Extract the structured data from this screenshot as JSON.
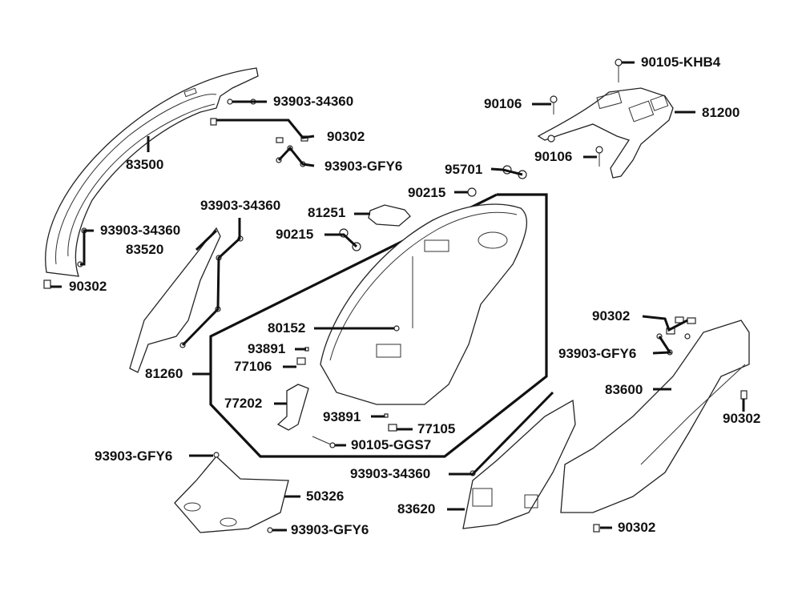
{
  "diagram": {
    "title": "Body covers / luggage box exploded parts view",
    "labels": {
      "p93903_34360_top": "93903-34360",
      "p90302_top": "90302",
      "p83500": "83500",
      "p93903_GFY6_top": "93903-GFY6",
      "p90105_KHB4": "90105-KHB4",
      "p90106_a": "90106",
      "p81200": "81200",
      "p90106_b": "90106",
      "p95701": "95701",
      "p90215_a": "90215",
      "p81251": "81251",
      "p90215_b": "90215",
      "p93903_34360_mid": "93903-34360",
      "p93903_34360_left": "93903-34360",
      "p83520": "83520",
      "p90302_left": "90302",
      "p80152": "80152",
      "p93891_a": "93891",
      "p77106": "77106",
      "p81260": "81260",
      "p77202": "77202",
      "p93891_b": "93891",
      "p77105": "77105",
      "p90105_GGS7": "90105-GGS7",
      "p90302_right_top": "90302",
      "p93903_GFY6_right": "93903-GFY6",
      "p83600": "83600",
      "p90302_right": "90302",
      "p93903_GFY6_left": "93903-GFY6",
      "p50326": "50326",
      "p93903_GFY6_bottom": "93903-GFY6",
      "p93903_34360_bottom": "93903-34360",
      "p83620": "83620",
      "p90302_bottom": "90302"
    }
  }
}
